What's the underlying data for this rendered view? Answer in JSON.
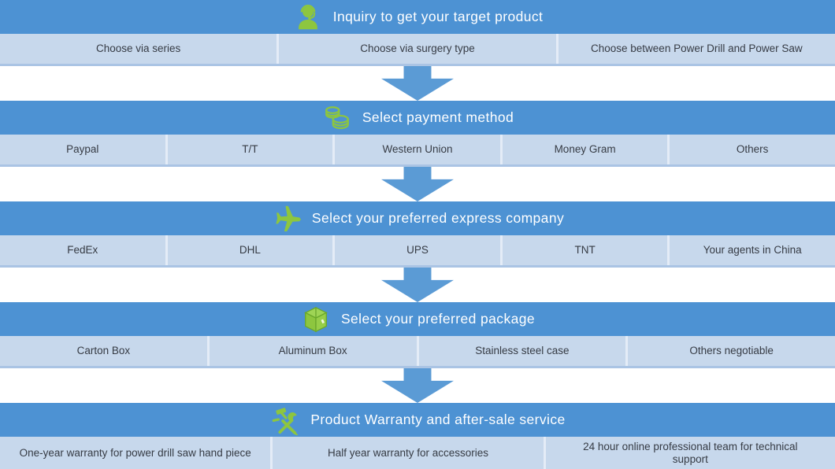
{
  "infographic": {
    "colors": {
      "header_blue": "#4d92d3",
      "options_row_blue": "#c7d8ec",
      "row_divider": "#e4ecf7",
      "row_bottom_border": "#aac4e4",
      "arrow_blue": "#5b9bd5",
      "icon_green": "#8dc63f",
      "header_text": "#ffffff",
      "body_text": "#363b44"
    },
    "arrow": {
      "icon": "down-arrow-icon",
      "color": "#5b9bd5"
    },
    "sections": [
      {
        "icon": "support-agent-icon",
        "title": "Inquiry to get your target product",
        "options": [
          "Choose via series",
          "Choose via surgery type",
          "Choose  between  Power Drill and Power Saw"
        ]
      },
      {
        "icon": "coins-icon",
        "title": "Select payment method",
        "options": [
          "Paypal",
          "T/T",
          "Western Union",
          "Money Gram",
          "Others"
        ]
      },
      {
        "icon": "airplane-icon",
        "title": "Select your preferred express company",
        "options": [
          "FedEx",
          "DHL",
          "UPS",
          "TNT",
          "Your agents in  China"
        ]
      },
      {
        "icon": "package-box-icon",
        "title": "Select your preferred package",
        "options": [
          "Carton Box",
          "Aluminum Box",
          "Stainless steel case",
          "Others negotiable"
        ]
      },
      {
        "icon": "repair-tools-icon",
        "title": "Product Warranty and after-sale service",
        "options": [
          "One-year warranty for power drill saw hand piece",
          "Half year warranty for accessories",
          "24 hour online  professional team for technical support"
        ]
      }
    ]
  }
}
